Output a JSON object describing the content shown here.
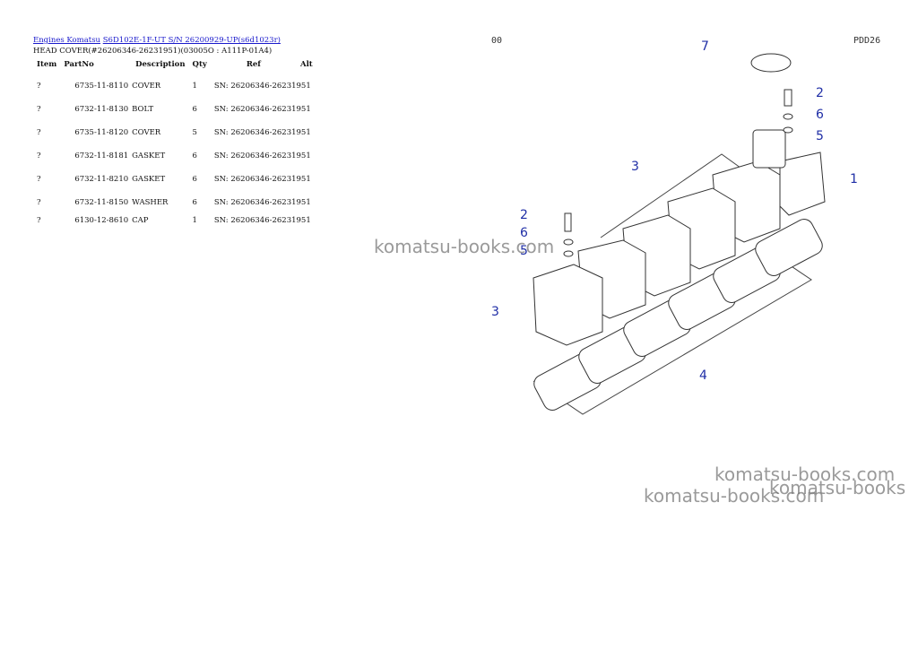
{
  "breadcrumb": {
    "link1": "Engines Komatsu",
    "link2": "S6D102E-1F-UT S/N 26200929-UP(s6d1023r)"
  },
  "page_title": "HEAD COVER(#26206346-26231951)(03005O : A111P-01A4)",
  "table": {
    "headers": [
      "Item",
      "PartNo",
      "Description",
      "Qty",
      "Ref",
      "Alt"
    ],
    "rows": [
      {
        "item": "?",
        "partno": "6735-11-8110",
        "desc": "COVER",
        "qty": "1",
        "ref": "SN: 26206346-26231951",
        "alt": ""
      },
      {
        "item": "?",
        "partno": "6732-11-8130",
        "desc": "BOLT",
        "qty": "6",
        "ref": "SN: 26206346-26231951",
        "alt": ""
      },
      {
        "item": "?",
        "partno": "6735-11-8120",
        "desc": "COVER",
        "qty": "5",
        "ref": "SN: 26206346-26231951",
        "alt": ""
      },
      {
        "item": "?",
        "partno": "6732-11-8181",
        "desc": "GASKET",
        "qty": "6",
        "ref": "SN: 26206346-26231951",
        "alt": ""
      },
      {
        "item": "?",
        "partno": "6732-11-8210",
        "desc": "GASKET",
        "qty": "6",
        "ref": "SN: 26206346-26231951",
        "alt": ""
      },
      {
        "item": "?",
        "partno": "6732-11-8150",
        "desc": "WASHER",
        "qty": "6",
        "ref": "SN: 26206346-26231951",
        "alt": ""
      },
      {
        "item": "?",
        "partno": "6130-12-8610",
        "desc": "CAP",
        "qty": "1",
        "ref": "SN: 26206346-26231951",
        "alt": ""
      }
    ]
  },
  "diagram": {
    "corner_left": "00",
    "corner_right": "PDD26",
    "callouts": [
      "7",
      "2",
      "6",
      "5",
      "3",
      "1",
      "2",
      "6",
      "5",
      "3",
      "4"
    ]
  },
  "watermarks": [
    "komatsu-books.com",
    "komatsu-books.com",
    "komatsu-books",
    "komatsu-books.com"
  ]
}
